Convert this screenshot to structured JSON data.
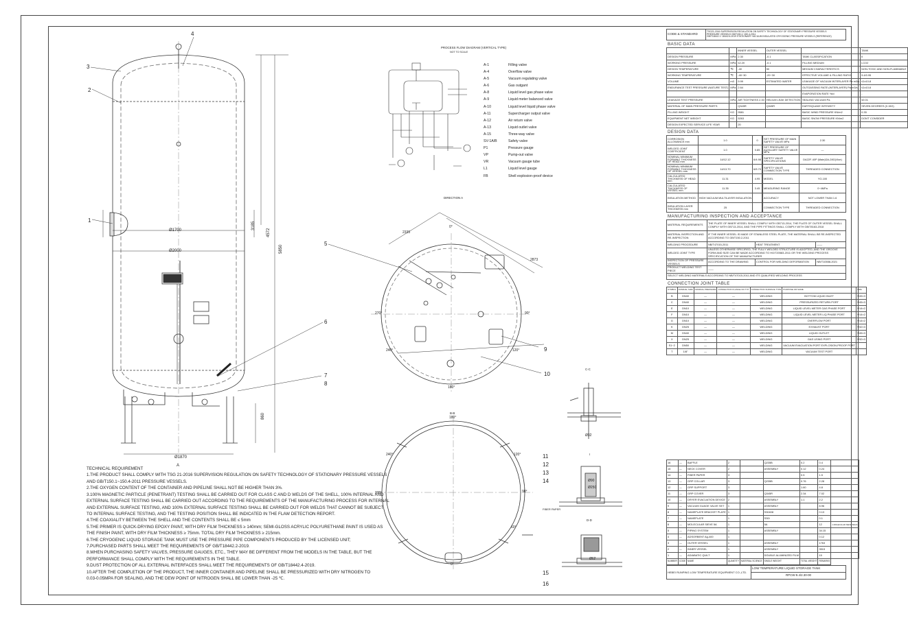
{
  "drawing": {
    "requirements_title": "TECHNICAL REQUIREMENT",
    "requirements": [
      "1.THE PRODUCT SHALL COMPLY WITH TSG 21-2016 SUPERVISION REGULATION ON SAFETY TECHNOLOGY OF STATIONARY PRESSURE VESSELS",
      "AND GB/T150.1~150.4-2011 PRESSURE VESSELS.",
      "2.THE OXYGEN CONTENT OF THE CONTAINER AND PIPELINE SHALL NOT BE HIGHER THAN 3%.",
      "3.100% MAGNETIC PARTICLE (PENETRANT) TESTING SHALL BE CARRIED OUT FOR CLASS C AND D WELDS OF THE SHELL, 100% INTERNAL AND",
      "EXTERNAL SURFACE TESTING SHALL BE CARRIED OUT ACCORDING TO THE REQUIREMENTS OF THE MANUFACTURING PROCESS FOR INTERNAL",
      "AND EXTERNAL SURFACE TESTING, AND 100% EXTERNAL SURFACE TESTING SHALL BE CARRIED OUT FOR WELDS THAT CANNOT BE SUBJECT",
      "TO INTERNAL SURFACE TESTING, AND THE TESTING POSITION SHALL BE INDICATED IN THE FLAW DETECTION REPORT.",
      "4.THE COAXIALITY BETWEEN THE SHELL AND THE CONTENTS SHALL BE ≤ 5mm",
      "5.THE PRIMER IS QUICK-DRYING EPOXY PAINT, WITH DRY FILM THICKNESS ≥ 140mm; SEMI-GLOSS ACRYLIC POLYURETHANE PAINT IS USED AS",
      "THE FINISH PAINT, WITH DRY FILM THICKNESS ≥ 75mm. TOTAL DRY FILM THICKNESS ≥ 215mm.",
      "6.THE CRYOGENIC LIQUID STORAGE TANK MUST USE THE PRESSURE PIPE COMPONENTS PRODUCED BY THE LICENSED UNIT;",
      "7.PURCHASED PARTS SHALL MEET THE REQUIREMENTS OF GB/T18442.2-2019.",
      "8.WHEN PURCHASING SAFETY VALVES, PRESSURE GAUGES, ETC., THEY MAY BE DIFFERENT FROM THE MODELS IN THE TABLE, BUT THE",
      "PERFORMANCE SHALL COMPLY WITH THE REQUIREMENTS IN THE TABLE.",
      "9.DUST PROTECTION OF ALL EXTERNAL INTERFACES SHALL MEET THE REQUIREMENTS OF GB/T18442.4-2019.",
      "10.AFTER THE COMPLETION OF THE PRODUCT, THE INNER CONTAINER AND PIPELINE SHALL BE PRESSURIZED WITH DRY NITROGEN TO",
      "0.03-0.05MPA FOR SEALING, AND THE DEW POINT OF NITROGEN SHALL BE LOWER THAN -25 ℃."
    ],
    "flow_title": "PROCESS FLOW DIAGRAM (VERTICAL TYPE)",
    "flow_sub": "NOT TO SCALE",
    "legend": [
      {
        "code": "A-1",
        "text": "Filling valve"
      },
      {
        "code": "A-4",
        "text": "Overflow valve"
      },
      {
        "code": "A-5",
        "text": "Vacuum regulating valve"
      },
      {
        "code": "A-6",
        "text": "Gas outgant"
      },
      {
        "code": "A-8",
        "text": "Liquid level gas phase valve"
      },
      {
        "code": "A-9",
        "text": "Liquid meter balanced valve"
      },
      {
        "code": "A-10",
        "text": "Liquid level liquid phase valve"
      },
      {
        "code": "A-11",
        "text": "Supercharger output valve"
      },
      {
        "code": "A-12",
        "text": "Air return valve"
      },
      {
        "code": "A-13",
        "text": "Liquid outlet valve"
      },
      {
        "code": "A-15",
        "text": "Three-way valve"
      },
      {
        "code": "SV-1A/B",
        "text": "Safety valve"
      },
      {
        "code": "P1",
        "text": "Pressure gauge"
      },
      {
        "code": "VP",
        "text": "Pump-out valve"
      },
      {
        "code": "VR",
        "text": "Vacuum gauge tube"
      },
      {
        "code": "L1",
        "text": "Liquid level gauge"
      },
      {
        "code": "FB",
        "text": "Shell explosion-proof device"
      }
    ],
    "dims": {
      "d1700": "Ø1700",
      "d2000": "Ø2000",
      "d1870": "Ø1870",
      "h3185": "3185",
      "h4572": "4572",
      "h5850": "5850",
      "h860": "860",
      "view_a": "DIRECTION A",
      "view_bb": "B-B",
      "view_cc": "C-C",
      "view_i": "I",
      "view_dd": "D-D",
      "ang0": "0°",
      "ang90": "90°",
      "ang180": "180°",
      "ang270": "270°",
      "ang120": "120°",
      "ang240": "240°",
      "ang60": "60°",
      "r2335": "2335",
      "r2873": "2873",
      "d32": "Ø32",
      "d90": "Ø90",
      "d250": "Ø250",
      "d62": "Ø62",
      "fiber": "FIBER PAPER",
      "a": "A"
    },
    "callouts": [
      "1",
      "2",
      "3",
      "4",
      "5",
      "6",
      "7",
      "8",
      "9",
      "10",
      "11",
      "12",
      "13",
      "14",
      "15",
      "16"
    ]
  },
  "title_block": {
    "code_label": "CODE & STANDARD",
    "code_text": [
      "TSG21-2016 SUPERVISION REGULATION ON SAFETY TECHNOLOGY OF STATIONARY PRESSURE VESSELS",
      "PRESSURE VESSELS GB/T150.1~150.4-2011",
      "GB/T18442.1~18442.6-2019 STATIONARY VACUUM INSULATED CRYOGENIC PRESSURE VESSELS (REFERENCE)"
    ],
    "basic_title": "BASIC DATA",
    "basic_head": [
      "",
      "",
      "INNER VESSEL",
      "OUTER VESSEL",
      "",
      "TANK"
    ],
    "basic_rows": [
      [
        "DESIGN PRESSURE",
        "MPa",
        "2.30",
        "-0.1",
        "TANK CLASSIFICATION",
        "II"
      ],
      [
        "WORKING PRESSURE",
        "MPa",
        "≤2.20",
        "-0.1",
        "FILLING MEDIUM",
        "LCO2"
      ],
      [
        "DESIGN TEMPERATURE",
        "℃",
        "-40",
        "50",
        "MEDIUM CHARACTERISTICS",
        "NON-TOXIC AND NON-FLAMMABLE"
      ],
      [
        "WORKING TEMPERATURE",
        "℃",
        "-40~30",
        "-20~30",
        "EFFECTIVE VOLUME & FILLING RATIO",
        "9.4/0.95"
      ],
      [
        "VOLUME",
        "m3",
        "9.99",
        "ESTIMATED WATER",
        "LEAKAGE OF VACUUM INTERLAYER Pa·m3/s",
        "≤1x10-8"
      ],
      [
        "ENDURANCE TEST PRESSURE (NATURE TEST)",
        "MPa",
        "2.64",
        "",
        "OUTGASSING RATE (INTERLAYER) Pa·m3/s",
        "≤1x10-6"
      ],
      [
        "",
        "",
        "",
        "",
        "EVAPORATION RATE %/d",
        "-"
      ],
      [
        "LEAKAGE TEST PRESSURE",
        "MPa",
        "AIR TIGHTNESS 2.30",
        "HELIUM LEAK DETECTION",
        "SEALING VACUUM Pa",
        "≤0.01"
      ],
      [
        "MATERIAL OF MAIN PRESSURE PARTS",
        "",
        "Q345R",
        "Q345R",
        "EARTHQUAKE INTENSITY",
        "SEVEN DEGREES (0.15G)"
      ],
      [
        "FILLING WEIGHT",
        "KG",
        "9581",
        "",
        "BASIC WIND PRESSURE KN/m2",
        "0.35"
      ],
      [
        "EQUIPMENT NET WEIGHT",
        "KG",
        "5263",
        "",
        "BASIC SNOW PRESSURE KN/m2",
        "DON'T CONSIDER"
      ],
      [
        "DESIGN EXPECTED SERVICE LIFE YEAR",
        "",
        "20",
        "",
        "",
        ""
      ]
    ],
    "design_title": "DESIGN DATA",
    "design_rows": [
      [
        "CORROSION ALLOWANCE mm",
        "1.0",
        "0"
      ],
      [
        "WELDED JOINT COEFFICIENT",
        "1.0",
        "0.85"
      ],
      [
        "NOMINAL MINIMUM FORMING THICKNESS OF HEAD mm",
        "14/12.12",
        "6/4.98"
      ],
      [
        "NOMINAL MINIMUM FORMING THICKNESS OF VESSEL mm",
        "14/13.70",
        "6/5.70"
      ],
      [
        "CALCULATED THICKNESS OF HEAD mm",
        "11.31",
        "4.95"
      ],
      [
        "CALCULATED THICKNESS OF VESSEL mm",
        "11.35",
        "3.45"
      ],
      [
        "INSULATION METHOD",
        "HIGH VACUUM MULTILAYER INSULATION",
        ""
      ],
      [
        "INSULATION LAYER THICKNESS mm",
        "25",
        ""
      ]
    ],
    "safety_rows": [
      [
        "SET PRESSURE OF MAIN SAFETY VALVE MPa",
        "2.30"
      ],
      [
        "SET PRESSURE OF AUXILIARY SAFETY VALVE MPa",
        "—"
      ],
      [
        "SAFETY VALVE SPECIFICATIONS",
        "DA22F-40P (Main)DA-28G(Vice)"
      ],
      [
        "SAFETY VALVE CONNECTION TYPE",
        "THREADED CONNECTION"
      ],
      [
        "MODEL",
        "YG-100"
      ],
      [
        "MEASURING RANGE",
        "0~4MPa"
      ],
      [
        "ACCURACY",
        "NOT LOWER THAN 1.6"
      ],
      [
        "CONNECTION TYPE",
        "THREADED CONNECTION"
      ]
    ],
    "mfg_title": "MANUFACTURING INSPECTION AND ACCEPTANCE",
    "mfg_rows": [
      [
        "MATERIAL REQUIREMENTS",
        "THE PLATE OF INNER VESSEL SHALL COMPLY WITH GB713-2014, THE PLATE OF OUTER VESSEL SHALL COMPLY WITH GB713-2014, AND THE PIPE FITTINGS SHALL COMPLY WITH GB/T8163-2018"
      ],
      [
        "MATERIAL INSPECTION AND RE-INSPECTION",
        "IF THE INNER VESSEL IS MADE OF STAINLESS STEEL PLATE, THE MATERIAL SHALL BE RE-INSPECTED ACCORDING TO GB/T150.2-2011"
      ],
      [
        "WELDING PROCEDURE",
        "NB/T47015-2011",
        "HEAT TREATMENT",
        "——"
      ],
      [
        "WELDED JOINT TYPE",
        "UNLESS OTHERWISE SPECIFIED, THE FULLY WELDED STRUCTURE IS ADOPTED, AND THE GROOVE FORM AND SIZE CAN BE MADE ACCORDING TO HG/T20583-2011 OR THE WELDING PROCESS SPECIFICATION OF THE MANUFACTURER"
      ],
      [
        "INSPECTION OF PRESSURE VESSELS",
        "ACCORDING TO THE DRAWING",
        "CONTROL FOR WELDING DEFORMATION",
        "NB/T10558-2021"
      ],
      [
        "PRODUCT WELDING TEST PIECE",
        "——"
      ],
      [
        "SELECT WELDING MATERIALS ACCORDING TO NB/T47015-2011 AND ITS QUALIFIED WELDING PROCESS"
      ]
    ],
    "conn_title": "CONNECTION JOINT TABLE",
    "conn_head": [
      "SYMBOL",
      "NOMINAL SIZE",
      "NOMINAL PRESSURE",
      "CONNECTION FLANGE NO.TYP",
      "CONNECTION SURFACE TYPE",
      "PURPOSE OR NAME",
      "SIZE"
    ],
    "conn_rows": [
      [
        "B",
        "DN40",
        "—",
        "—",
        "WELDING",
        "BOTTOM LIQUID INLET",
        "Φ45×3"
      ],
      [
        "C",
        "DN40",
        "—",
        "—",
        "WELDING",
        "PRESSURIZED RETURN PORT",
        "Φ45×3"
      ],
      [
        "E",
        "DN10",
        "—",
        "—",
        "WELDING",
        "LIQUID LEVEL METER GAS PHASE PORT",
        "Φ14×2"
      ],
      [
        "F",
        "DN10",
        "—",
        "—",
        "WELDING",
        "LIQUID LEVEL METER LIQ PHASE PORT",
        "Φ14×2"
      ],
      [
        "G",
        "DN10",
        "—",
        "—",
        "WELDING",
        "OVERFLOW PORT",
        "Φ14×2"
      ],
      [
        "K",
        "DN25",
        "—",
        "—",
        "WELDING",
        "EXHAUST PORT",
        "Φ32×3"
      ],
      [
        "M",
        "DN40",
        "—",
        "—",
        "WELDING",
        "LIQUID OUTLET",
        "Φ45×3"
      ],
      [
        "X",
        "DN25",
        "—",
        "—",
        "WELDING",
        "GAS USING PORT",
        "Φ32×3"
      ],
      [
        "S1~2",
        "DN50",
        "—",
        "—",
        "WELDING",
        "VACUUM EVACUATION PORT EXPLOSION-PROOF PORT",
        ""
      ],
      [
        "T",
        "1/8\"",
        "—",
        "—",
        "WELDING",
        "VACUUM TEST PORT",
        ""
      ]
    ],
    "bom_rows": [
      [
        "16",
        "—",
        "BAFFLE",
        "2",
        "",
        "Q235B",
        "0.2",
        "0.4",
        ""
      ],
      [
        "15",
        "—",
        "NECK COVER",
        "2",
        "",
        "ASSEMBLY",
        "0.12",
        "0.24",
        ""
      ],
      [
        "14",
        "—",
        "FIBER PAPER",
        "3",
        "",
        "",
        "0.5",
        "1.5",
        ""
      ],
      [
        "13",
        "—",
        "GRP COLLAR",
        "3",
        "",
        "Q235B",
        "0.76",
        "2.28",
        ""
      ],
      [
        "12",
        "—",
        "GRP SUPPORT",
        "3",
        "",
        "",
        "1.60",
        "4.8",
        ""
      ],
      [
        "11",
        "—",
        "GRP COVER",
        "3",
        "",
        "Q345R",
        "2.34",
        "7.02",
        ""
      ],
      [
        "10",
        "—",
        "DRYER EVACUATION DEVICE",
        "2",
        "",
        "ASSEMBLY",
        "1.1",
        "2.2",
        ""
      ],
      [
        "9",
        "—",
        "VACUUM GUAGE VALVE SET",
        "1",
        "",
        "ASSEMBLY",
        "",
        "8.96",
        ""
      ],
      [
        "8",
        "—",
        "NAMEPLATE BRACKET PLATE",
        "1",
        "",
        "S30408",
        "",
        "0.13",
        ""
      ],
      [
        "7",
        "—",
        "NAMEPLATE",
        "1",
        "",
        "S30I",
        "",
        "0.1",
        ""
      ],
      [
        "6",
        "—",
        "MOLECULAR SIEVE 5A",
        "1",
        "",
        "5A",
        "",
        "12",
        "1 MOLECULAR SIEVE BAGS"
      ],
      [
        "5",
        "—",
        "PIPING SYSTEM",
        "1",
        "",
        "ASSEMBLY",
        "",
        "34.15",
        ""
      ],
      [
        "4",
        "—",
        "ADSORBENT Ag-400",
        "1",
        "",
        "",
        "",
        "0.12",
        ""
      ],
      [
        "3",
        "—",
        "OUTER VESSEL",
        "1",
        "",
        "ASSEMBLY",
        "",
        "1763",
        ""
      ],
      [
        "2",
        "—",
        "INNER VESSEL",
        "1",
        "",
        "ASSEMBLY",
        "",
        "3515",
        ""
      ],
      [
        "1",
        "—",
        "ADIABATIC QUILT",
        "1",
        "",
        "DOUBLE ALUMINIZED FILM",
        "",
        "15",
        ""
      ]
    ],
    "bom_head": [
      "NUMBER",
      "CODE",
      "NAME",
      "QUANTITY",
      "MATERIAL SCIENCE",
      "SINGLE WEIGHT",
      "TOTAL WEIGHT",
      "REMARKS"
    ],
    "company": "HEBEI RUNPING LOW TEMPERATURE EQUIPMENT CO.,LTD.",
    "product": "LOW TEMPERATURE LIQUID STORAGE TANK",
    "drawing_no": "RPCW-9.4/2.30-00"
  }
}
